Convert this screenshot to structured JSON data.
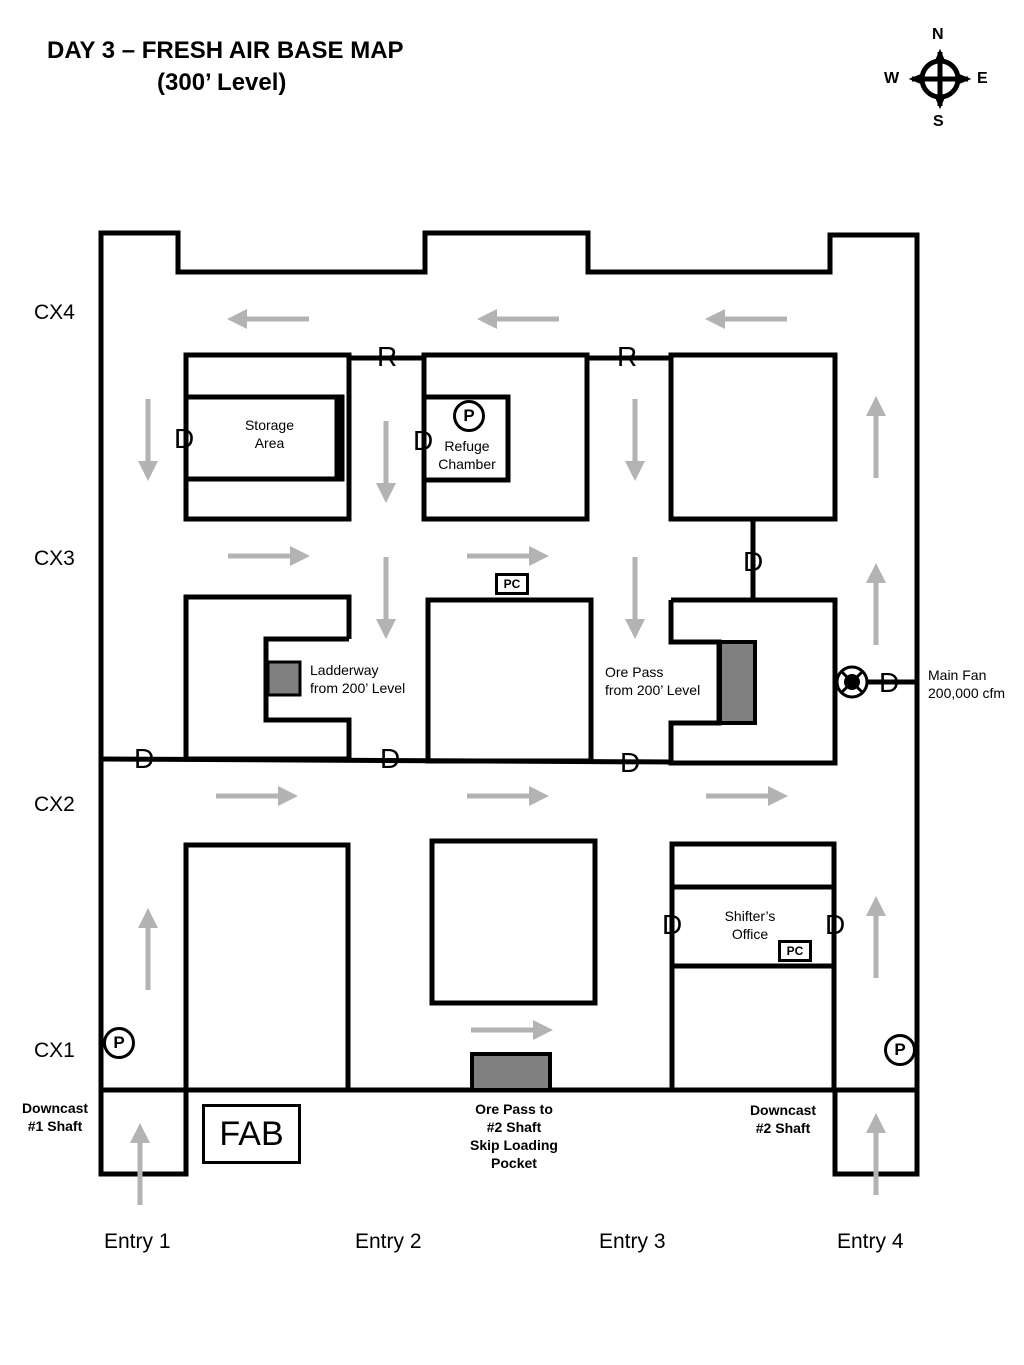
{
  "title": {
    "line1": "DAY 3 – FRESH AIR BASE MAP",
    "line2": "(300’ Level)"
  },
  "compass": {
    "icon": "compass-rose-icon",
    "n": "N",
    "s": "S",
    "e": "E",
    "w": "W"
  },
  "crosscuts": {
    "cx4": "CX4",
    "cx3": "CX3",
    "cx2": "CX2",
    "cx1": "CX1"
  },
  "entries": {
    "e1": "Entry 1",
    "e2": "Entry 2",
    "e3": "Entry 3",
    "e4": "Entry 4"
  },
  "rooms": {
    "storage": {
      "line1": "Storage",
      "line2": "Area"
    },
    "refuge": {
      "line1": "Refuge",
      "line2": "Chamber"
    },
    "ladderway": {
      "line1": "Ladderway",
      "line2": "from 200’ Level"
    },
    "orepass_upper": {
      "line1": "Ore Pass",
      "line2": "from 200’ Level"
    },
    "shifter": {
      "line1": "Shifter’s",
      "line2": "Office"
    },
    "fab": "FAB"
  },
  "labels": {
    "downcast1": {
      "line1": "Downcast",
      "line2": "#1 Shaft"
    },
    "downcast2": {
      "line1": "Downcast",
      "line2": "#2 Shaft"
    },
    "orepass_skip": {
      "line1": "Ore Pass to",
      "line2": "#2 Shaft",
      "line3": "Skip Loading",
      "line4": "Pocket"
    },
    "main_fan": {
      "line1": "Main Fan",
      "line2": "200,000 cfm"
    }
  },
  "symbols": {
    "door": "D",
    "regulator": "R",
    "phone_pc": "PC",
    "person": "P"
  },
  "colors": {
    "airflow_arrow": "#b3b3b3",
    "ore_pass_fill": "#808080",
    "walls": "#000000"
  }
}
